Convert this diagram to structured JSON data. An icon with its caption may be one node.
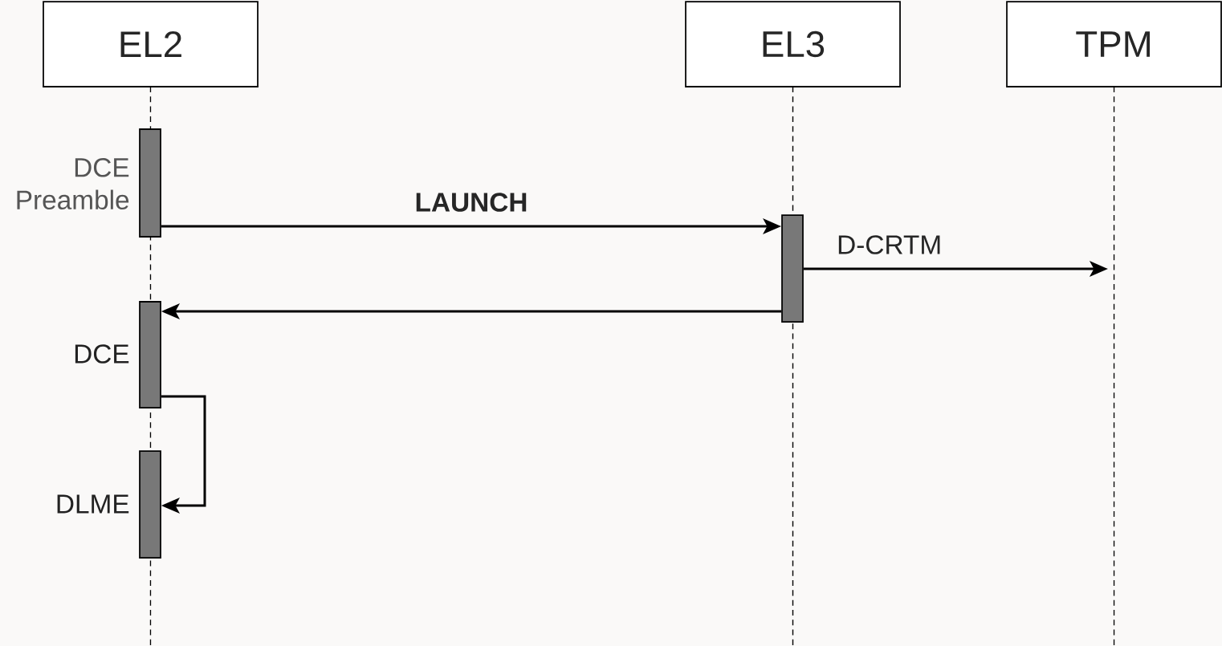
{
  "diagram": {
    "nodes": [
      {
        "text": [
          "EL2"
        ]
      },
      {
        "text": [
          "EL3"
        ]
      },
      {
        "text": [
          "TPM"
        ]
      },
      {
        "text": [],
        "shape": "bar",
        "beside": [
          "DCE Preamble"
        ]
      },
      {
        "text": [],
        "shape": "bar"
      },
      {
        "text": [],
        "shape": "bar",
        "beside": [
          "DCE"
        ]
      },
      {
        "text": [],
        "shape": "bar",
        "beside": [
          "DLME"
        ]
      }
    ],
    "edges": [
      {
        "from": 3,
        "to": 4,
        "arrow": "to",
        "label": "LAUNCH"
      },
      {
        "from": 4,
        "to": null,
        "arrow": "to",
        "label": "D-CRTM"
      },
      {
        "from": 4,
        "to": 5,
        "arrow": "to"
      },
      {
        "from": 5,
        "to": 6,
        "arrow": "to"
      }
    ]
  }
}
